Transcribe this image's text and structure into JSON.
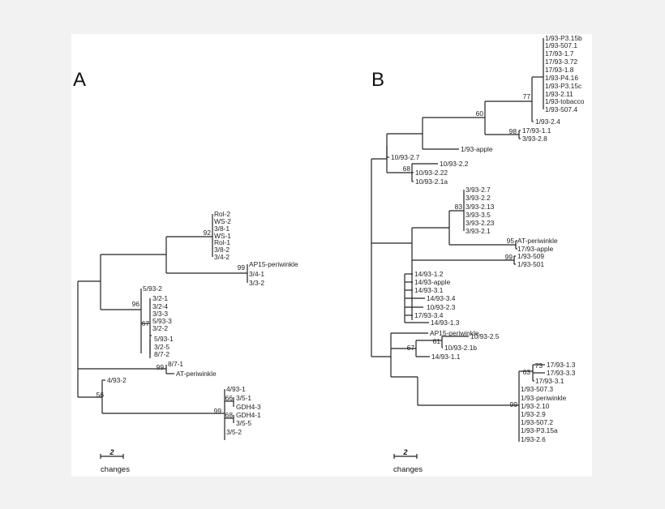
{
  "figure": {
    "panels": [
      {
        "id": "A",
        "label": "A",
        "scale_bar": {
          "value": "2",
          "unit": "changes"
        },
        "taxa": [
          "Rol-2",
          "WS-2",
          "3/8-1",
          "WS-1",
          "Rol-1",
          "3/8-2",
          "3/4-2",
          "AP15-periwinkle",
          "3/4-1",
          "3/3-2",
          "5/93-2",
          "3/2-1",
          "3/2-4",
          "3/3-3",
          "5/93-3",
          "3/2-2",
          "5/93-1",
          "3/2-5",
          "8/7-2",
          "8/7-1",
          "AT-periwinkle",
          "4/93-2",
          "4/93-1",
          "3/5-1",
          "GDH4-3",
          "GDH4-1",
          "3/5-5",
          "3/5-2"
        ],
        "bootstrap": [
          "92",
          "99",
          "96",
          "67",
          "99",
          "56",
          "66",
          "68",
          "99"
        ]
      },
      {
        "id": "B",
        "label": "B",
        "scale_bar": {
          "value": "2",
          "unit": "changes"
        },
        "taxa": [
          "1/93-P3.15b",
          "1/93-507.1",
          "17/93-1.7",
          "17/93-3.72",
          "17/93-1.8",
          "1/93-P4.16",
          "1/93-P3.15c",
          "1/93-2.11",
          "1/93-tobacco",
          "1/93-507.4",
          "1/93-2.4",
          "17/93-1.1",
          "3/93-2.8",
          "1/93-apple",
          "10/93-2.7",
          "10/93-2.2",
          "10/93-2.22",
          "10/93-2.1a",
          "3/93-2.7",
          "3/93-2.2",
          "3/93-2.13",
          "3/93-3.5",
          "3/93-2.23",
          "3/93-2.1",
          "AT-periwinkle",
          "17/93-apple",
          "1/93-509",
          "1/93-501",
          "14/93-1.2",
          "14/93-apple",
          "14/93-3.1",
          "14/93-3.4",
          "10/93-2.3",
          "17/93-3.4",
          "14/93-1.3",
          "AP15-periwinkle",
          "10/93-2.5",
          "10/93-2.1b",
          "14/93-1.1",
          "17/93-1.3",
          "17/93-3.3",
          "17/93-3.1",
          "1/93-507.3",
          "1/93-periwinkle",
          "1/93-2.10",
          "1/93-2.9",
          "1/93-507.2",
          "1/93-P3.15a",
          "1/93-2.6"
        ],
        "bootstrap": [
          "77",
          "60",
          "98",
          "68",
          "83",
          "95",
          "99",
          "61",
          "67",
          "73",
          "63",
          "99"
        ]
      }
    ]
  }
}
